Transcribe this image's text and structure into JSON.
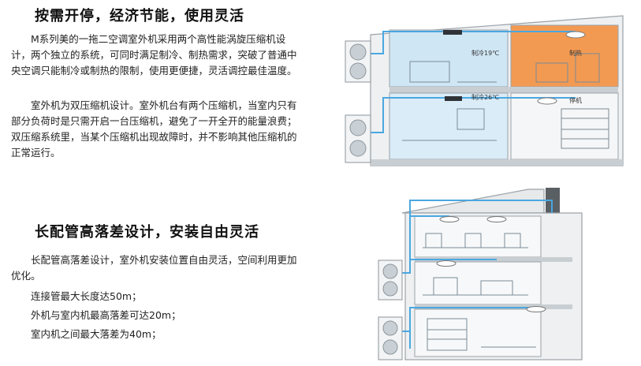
{
  "section1": {
    "heading": "按需开停，经济节能，使用灵活",
    "paragraph1": "M系列美的一拖二空调室外机采用两个高性能涡旋压缩机设计，两个独立的系统，可同时满足制冷、制热需求，突破了普通中央空调只能制冷或制热的限制，使用更便捷，灵活调控最佳温度。",
    "paragraph2": "室外机为双压缩机设计。室外机台有两个压缩机，当室内只有部分负荷时是只需开启一台压缩机，避免了一开全开的能量浪费；双压缩系统里，当某个压缩机出现故障时，并不影响其他压缩机的正常运行。",
    "labels": {
      "cool_upper": "制冷19℃",
      "heat_upper": "制热",
      "cool_lower": "制冷26℃",
      "stop_lower": "停机"
    }
  },
  "section2": {
    "heading": "长配管高落差设计，安装自由灵活",
    "intro": "长配管高落差设计，室外机安装位置自由灵活，空间利用更加优化。",
    "items": [
      "连接管最大长度达50m；",
      "外机与室内机最高落差可达20m；",
      "室内机之间最大落差为40m；"
    ]
  },
  "colors": {
    "pipe_blue": "#4aa7e0",
    "cool_room": "#cfe6f4",
    "heat_room": "#f39a52",
    "wall": "#e7e9eb",
    "outline": "#9aa2a8"
  }
}
